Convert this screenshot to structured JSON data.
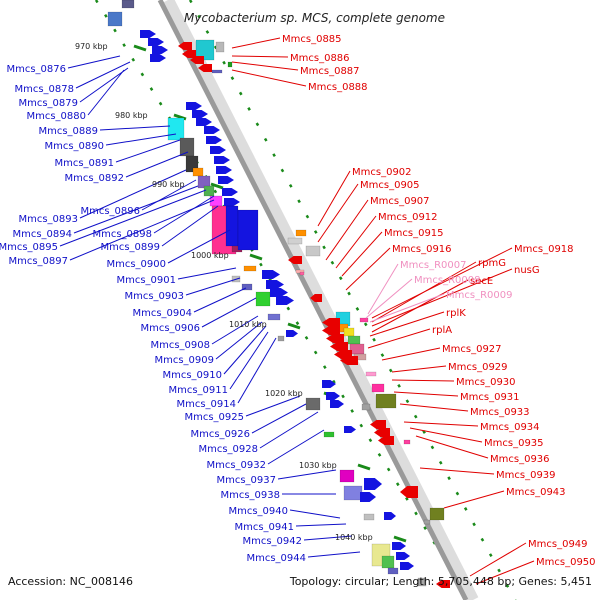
{
  "title": "Mycobacterium sp. MCS, complete genome",
  "footer": {
    "accession": "Accession: NC_008146",
    "topology": "Topology: circular; Length: 5,705,448 bp; Genes: 5,451"
  },
  "colors": {
    "left_label": "#1010c8",
    "right_label": "#e00000",
    "rna_label": "#f090c0",
    "backbone": "#9a9a9a",
    "ruler_tick": "#1a8a1a"
  },
  "kbp_labels": [
    "970 kbp",
    "980 kbp",
    "990 kbp",
    "1000 kbp",
    "1010 kbp",
    "1020 kbp",
    "1030 kbp",
    "1040 kbp"
  ],
  "left_labels": [
    "Mmcs_0876",
    "Mmcs_0878",
    "Mmcs_0879",
    "Mmcs_0880",
    "Mmcs_0889",
    "Mmcs_0890",
    "Mmcs_0891",
    "Mmcs_0892",
    "Mmcs_0893",
    "Mmcs_0896",
    "Mmcs_0894",
    "Mmcs_0898",
    "Mmcs_0895",
    "Mmcs_0899",
    "Mmcs_0897",
    "Mmcs_0900",
    "Mmcs_0901",
    "Mmcs_0903",
    "Mmcs_0904",
    "Mmcs_0906",
    "Mmcs_0908",
    "Mmcs_0909",
    "Mmcs_0910",
    "Mmcs_0911",
    "Mmcs_0914",
    "Mmcs_0925",
    "Mmcs_0926",
    "Mmcs_0928",
    "Mmcs_0932",
    "Mmcs_0937",
    "Mmcs_0938",
    "Mmcs_0940",
    "Mmcs_0941",
    "Mmcs_0942",
    "Mmcs_0944"
  ],
  "right_labels": [
    "Mmcs_0885",
    "Mmcs_0886",
    "Mmcs_0887",
    "Mmcs_0888",
    "Mmcs_0902",
    "Mmcs_0905",
    "Mmcs_0907",
    "Mmcs_0912",
    "Mmcs_0915",
    "Mmcs_0916",
    "Mmcs_0918",
    "rpmG",
    "nusG",
    "secE",
    "rplK",
    "rplA",
    "Mmcs_0927",
    "Mmcs_0929",
    "Mmcs_0930",
    "Mmcs_0931",
    "Mmcs_0933",
    "Mmcs_0934",
    "Mmcs_0935",
    "Mmcs_0936",
    "Mmcs_0939",
    "Mmcs_0943",
    "Mmcs_0949",
    "Mmcs_0950"
  ],
  "rna_labels": [
    "Mmcs_R0007",
    "Mmcs_R0008",
    "Mmcs_R0009"
  ]
}
